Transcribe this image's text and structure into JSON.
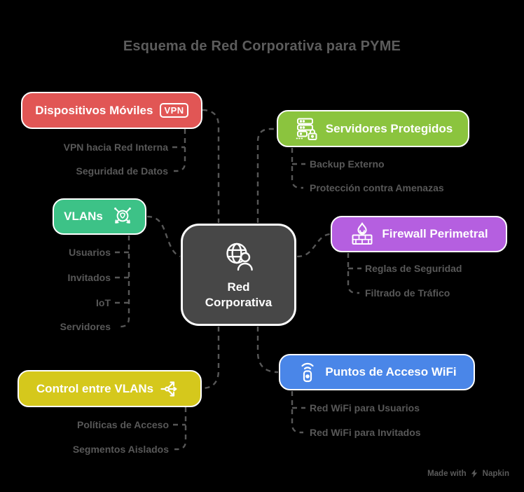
{
  "title": "Esquema de Red Corporativa para PYME",
  "colors": {
    "background": "#000000",
    "node_border": "#FFFFFF",
    "node_text": "#FFFFFF",
    "muted_text": "#585858",
    "connector": "#575757",
    "mobile": "#E15655",
    "servers": "#8BC43E",
    "vlans": "#3DC287",
    "center": "#474747",
    "firewall": "#B55FE0",
    "vlan_control": "#D5C81C",
    "wifi": "#4A86E8"
  },
  "center_node": {
    "line1": "Red",
    "line2": "Corporativa",
    "icon": "globe-user-icon"
  },
  "branches": {
    "mobile": {
      "label": "Dispositivos Móviles",
      "badge": "VPN",
      "icon": "vpn-badge-icon",
      "items": [
        "VPN hacia Red Interna",
        "Seguridad de Datos"
      ]
    },
    "servers": {
      "label": "Servidores Protegidos",
      "icon": "server-lock-icon",
      "items": [
        "Backup Externo",
        "Protección contra Amenazas"
      ]
    },
    "vlans": {
      "label": "VLANs",
      "icon": "network-arrows-icon",
      "items": [
        "Usuarios",
        "Invitados",
        "IoT",
        "Servidores"
      ]
    },
    "firewall": {
      "label": "Firewall Perimetral",
      "icon": "firewall-flame-icon",
      "items": [
        "Reglas de Seguridad",
        "Filtrado de Tráfico"
      ]
    },
    "vlan_control": {
      "label": "Control entre VLANs",
      "icon": "share-nodes-icon",
      "items": [
        "Políticas de Acceso",
        "Segmentos Aislados"
      ]
    },
    "wifi": {
      "label": "Puntos de Acceso WiFi",
      "icon": "wifi-access-point-icon",
      "items": [
        "Red WiFi para Usuarios",
        "Red WiFi para Invitados"
      ]
    }
  },
  "footer": {
    "made_with": "Made with",
    "brand": "Napkin",
    "icon": "napkin-logo-icon"
  }
}
